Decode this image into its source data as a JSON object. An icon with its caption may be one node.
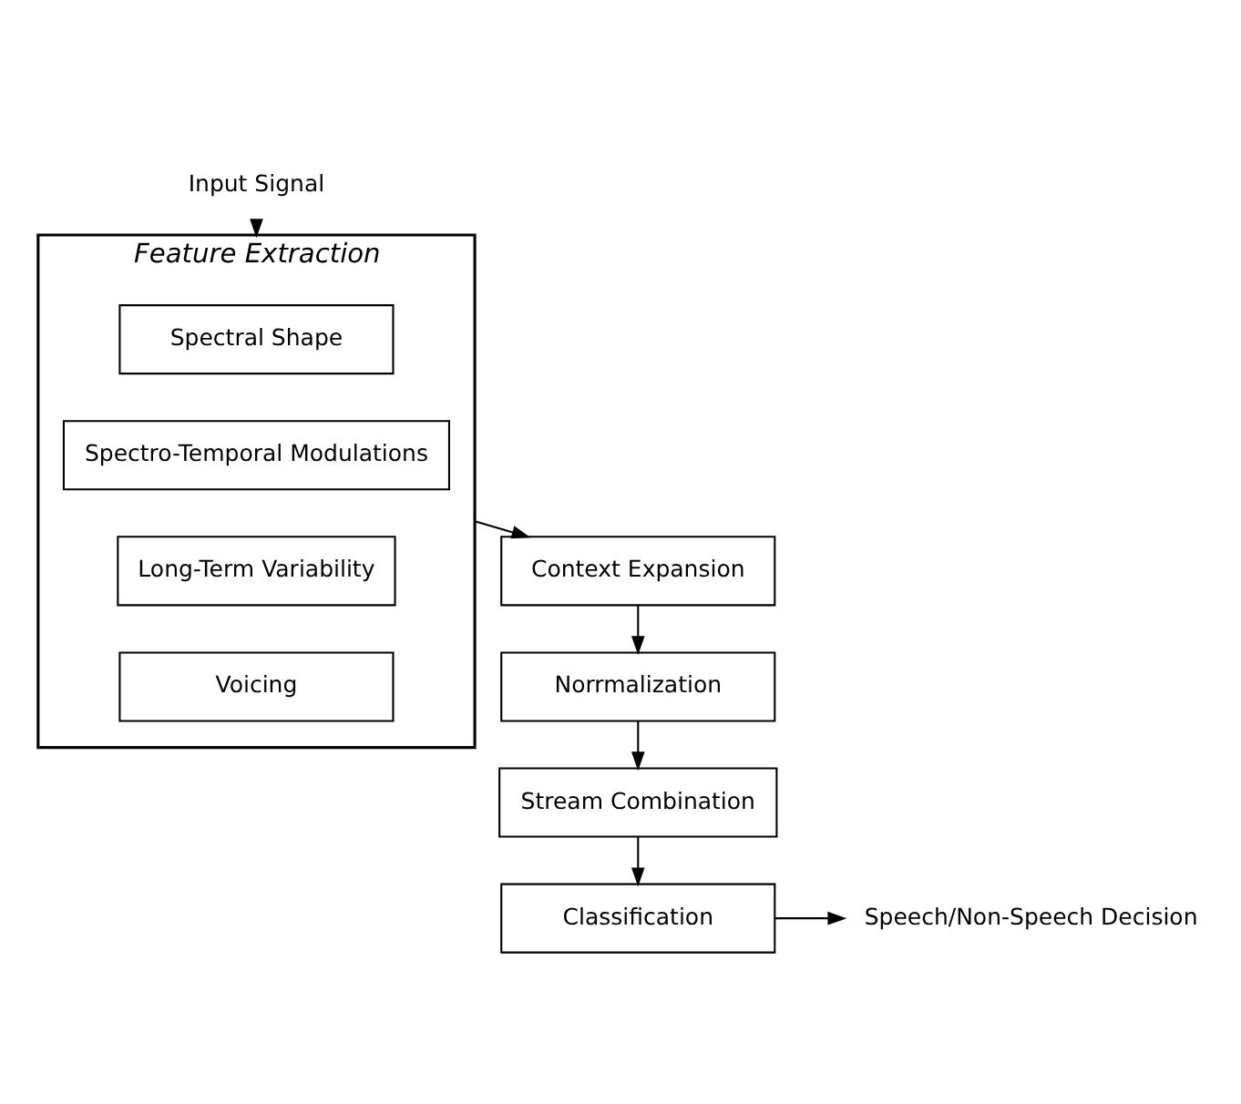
{
  "diagram": {
    "nodes": [
      {
        "text": [
          "Input Signal"
        ]
      },
      {
        "text": [
          "Feature Extraction"
        ]
      },
      {
        "text": [
          "Spectral Shape"
        ],
        "in": 1
      },
      {
        "text": [
          "Spectro-Temporal Modulations"
        ],
        "in": 1
      },
      {
        "text": [
          "Long-Term Variability"
        ],
        "in": 1
      },
      {
        "text": [
          "Voicing"
        ],
        "in": 1
      },
      {
        "text": [
          "Context Expansion"
        ]
      },
      {
        "text": [
          "Norrmalization"
        ]
      },
      {
        "text": [
          "Stream Combination"
        ]
      },
      {
        "text": [
          "Classification"
        ]
      },
      {
        "text": [
          "Speech/Non-Speech Decision"
        ]
      }
    ],
    "edges": [
      {
        "from": 0,
        "to": 1,
        "arrow": "to"
      },
      {
        "from": 1,
        "to": 6,
        "arrow": "to"
      },
      {
        "from": 6,
        "to": 7,
        "arrow": "to"
      },
      {
        "from": 7,
        "to": 8,
        "arrow": "to"
      },
      {
        "from": 8,
        "to": 9,
        "arrow": "to"
      },
      {
        "from": 9,
        "to": 10,
        "arrow": "to"
      }
    ]
  }
}
